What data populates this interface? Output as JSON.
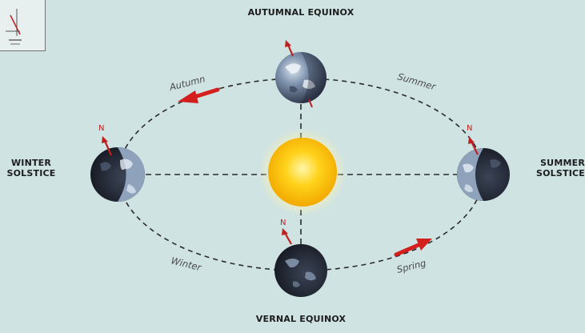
{
  "labels": {
    "autumnal_equinox": "AUTUMNAL EQUINOX",
    "vernal_equinox": "VERNAL EQUINOX",
    "winter_solstice_line1": "WINTER",
    "winter_solstice_line2": "SOLSTICE",
    "summer_solstice_line1": "SUMMER",
    "summer_solstice_line2": "SOLSTICE"
  },
  "seasons": {
    "autumn": "Autumn",
    "summer": "Summer",
    "winter": "Winter",
    "spring": "Spring"
  },
  "north_marker": "N",
  "colors": {
    "background": "#cfe3e2",
    "orbit": "#2a2a2a",
    "axis_arrow": "#c01f1f",
    "sun_core": "#ffd21a",
    "sun_glow": "#fff4b0"
  }
}
